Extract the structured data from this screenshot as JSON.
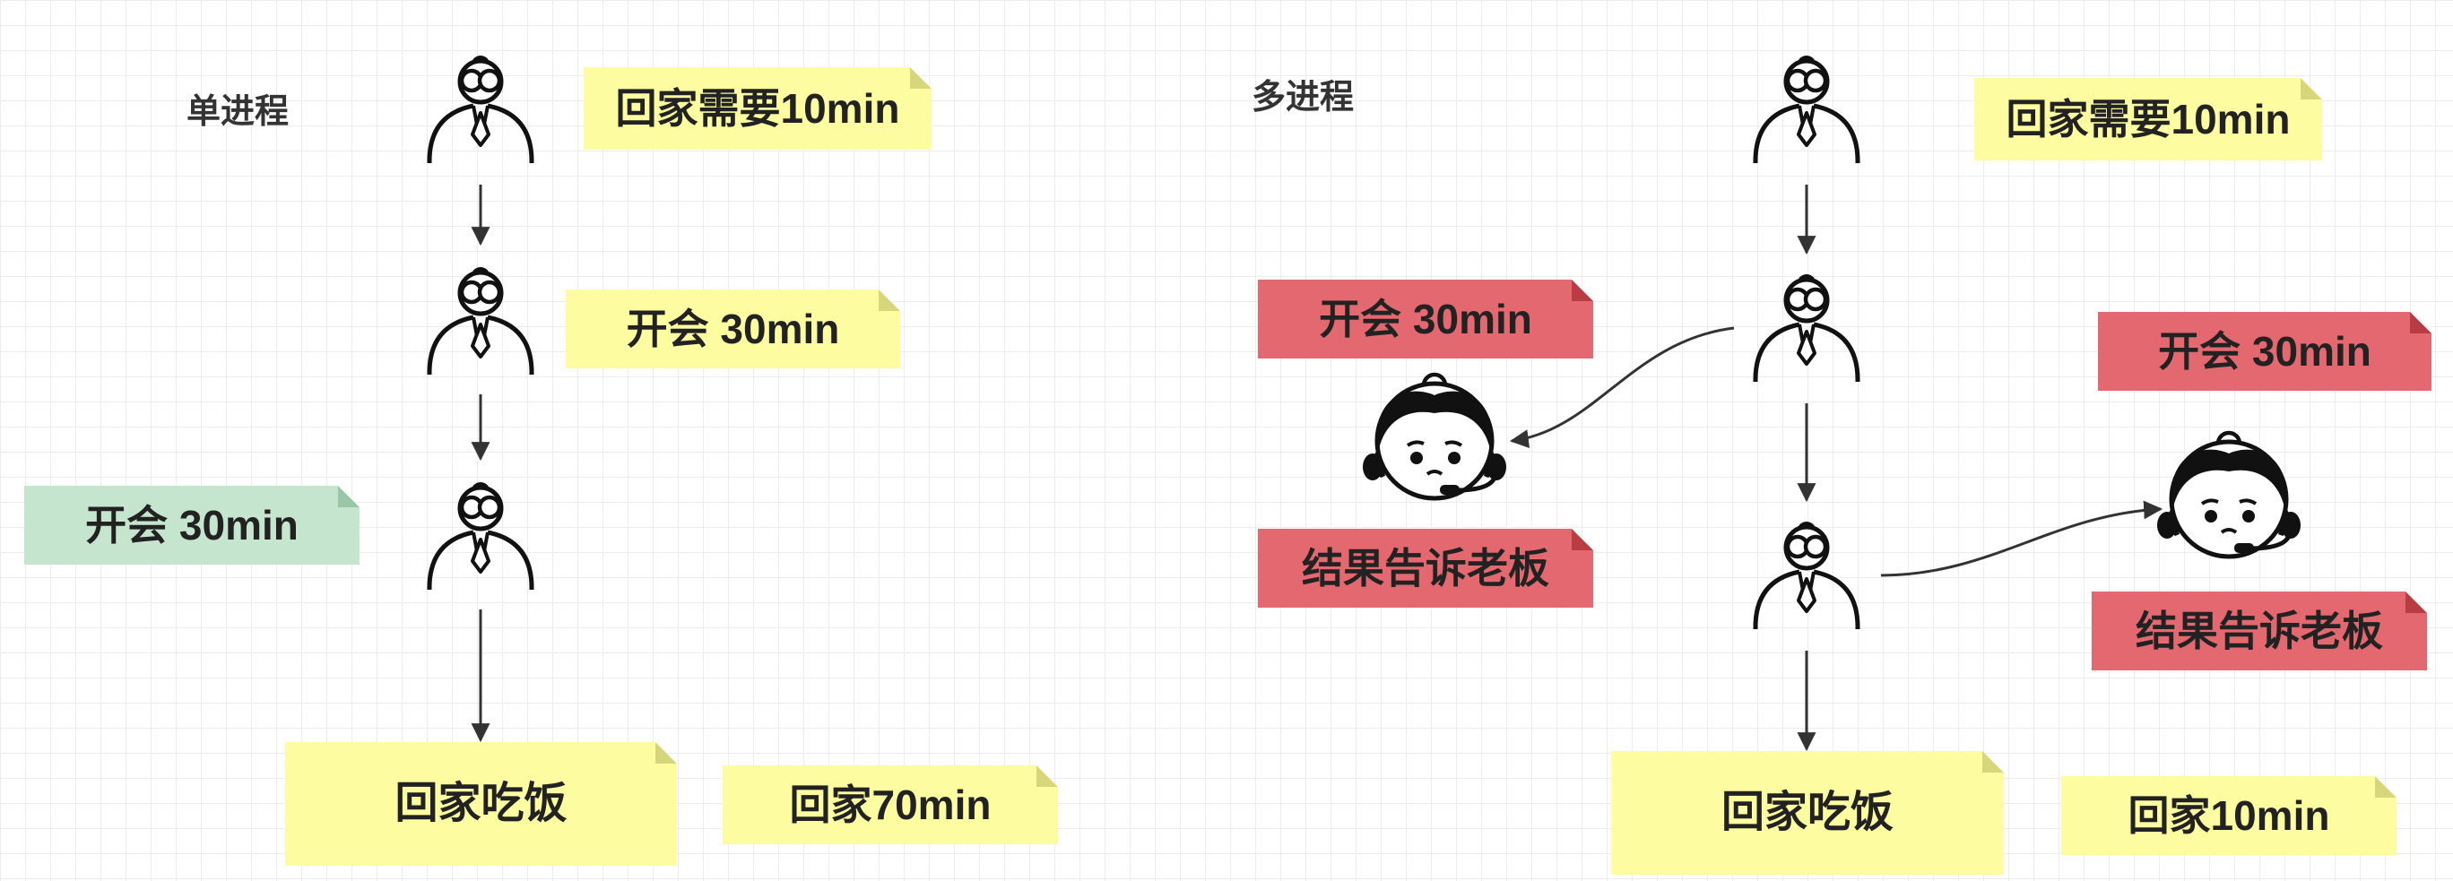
{
  "single": {
    "title": "单进程",
    "note_go_home": "回家需要10min",
    "note_meeting": "开会 30min",
    "note_meeting_side": "开会 30min",
    "note_dinner": "回家吃饭",
    "note_total": "回家70min"
  },
  "multi": {
    "title": "多进程",
    "note_go_home": "回家需要10min",
    "note_meeting_left": "开会 30min",
    "note_report_left": "结果告诉老板",
    "note_meeting_right": "开会 30min",
    "note_report_right": "结果告诉老板",
    "note_dinner": "回家吃饭",
    "note_total": "回家10min"
  },
  "colors": {
    "yellow_note": "#fdfca0",
    "red_note": "#e4686f",
    "green_note": "#c6e5cf",
    "stroke": "#111111"
  }
}
